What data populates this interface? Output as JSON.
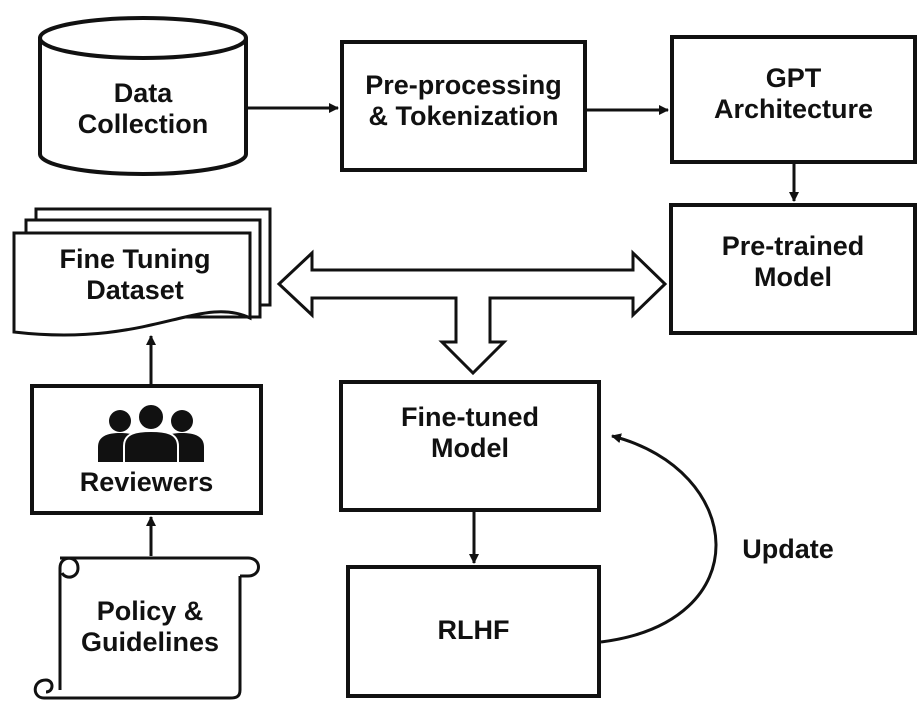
{
  "nodes": {
    "data_collection": [
      "Data",
      "Collection"
    ],
    "preprocessing": [
      "Pre-processing",
      "& Tokenization"
    ],
    "gpt_architecture": [
      "GPT",
      "Architecture"
    ],
    "pretrained_model": [
      "Pre-trained",
      "Model"
    ],
    "fine_tuning_dataset": [
      "Fine Tuning",
      "Dataset"
    ],
    "fine_tuned_model": [
      "Fine-tuned",
      "Model"
    ],
    "reviewers": "Reviewers",
    "rlhf": "RLHF",
    "policy_guidelines": [
      "Policy &",
      "Guidelines"
    ]
  },
  "edges": {
    "update": "Update"
  },
  "icons": {
    "data_collection": "database-cylinder-icon",
    "fine_tuning_dataset": "stacked-documents-icon",
    "reviewers": "people-group-icon",
    "policy_guidelines": "scroll-icon"
  },
  "colors": {
    "stroke": "#111111",
    "fill": "#ffffff"
  }
}
